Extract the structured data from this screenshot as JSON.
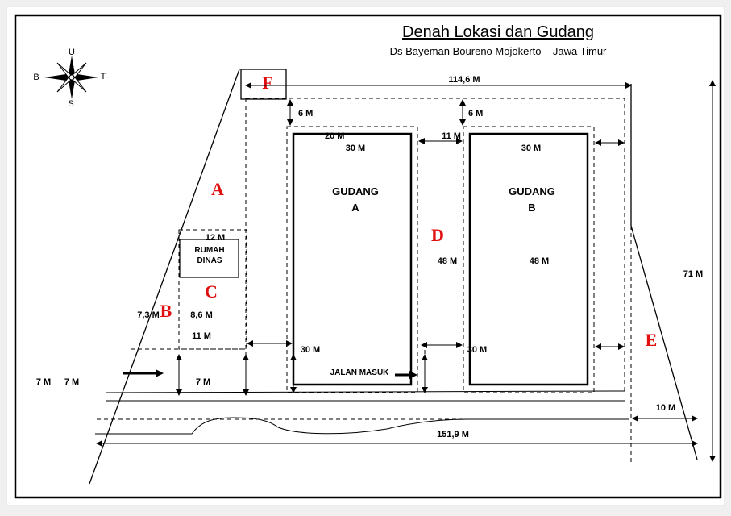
{
  "title": "Denah Lokasi dan Gudang",
  "subtitle": "Ds Bayeman Boureno Mojokerto – Jawa Timur",
  "compass": {
    "north": "U",
    "south": "S",
    "west": "B",
    "east": "T"
  },
  "colors": {
    "zone_letter": "#e01010",
    "line": "#000000",
    "background": "#ffffff"
  },
  "zones": {
    "a": "A",
    "b": "B",
    "c": "C",
    "d": "D",
    "e": "E",
    "f": "F"
  },
  "buildings": {
    "rumah_dinas": [
      "RUMAH",
      "DINAS"
    ],
    "gudang_a": [
      "GUDANG",
      "A"
    ],
    "gudang_b": [
      "GUDANG",
      "B"
    ]
  },
  "entrance": "JALAN MASUK",
  "dimensions": {
    "top_width": "114,6 M",
    "right_height": "71 M",
    "bottom_width": "151,9 M",
    "road_right": "10 M",
    "gap_top_a": "6 M",
    "gap_top_b": "6 M",
    "gap_ab": "11 M",
    "a_top_offset": "20 M",
    "a_width": "30 M",
    "b_width": "30 M",
    "a_length": "48 M",
    "b_length": "48 M",
    "a_bottom_left": "30 M",
    "b_bottom_left": "30 M",
    "rumah_width": "12 M",
    "c_height": "8,6 M",
    "b_width_left": "7,3 M",
    "b_bottom": "11 M",
    "road_7_a": "7 M",
    "road_7_b": "7 M",
    "road_7_c": "7 M"
  }
}
